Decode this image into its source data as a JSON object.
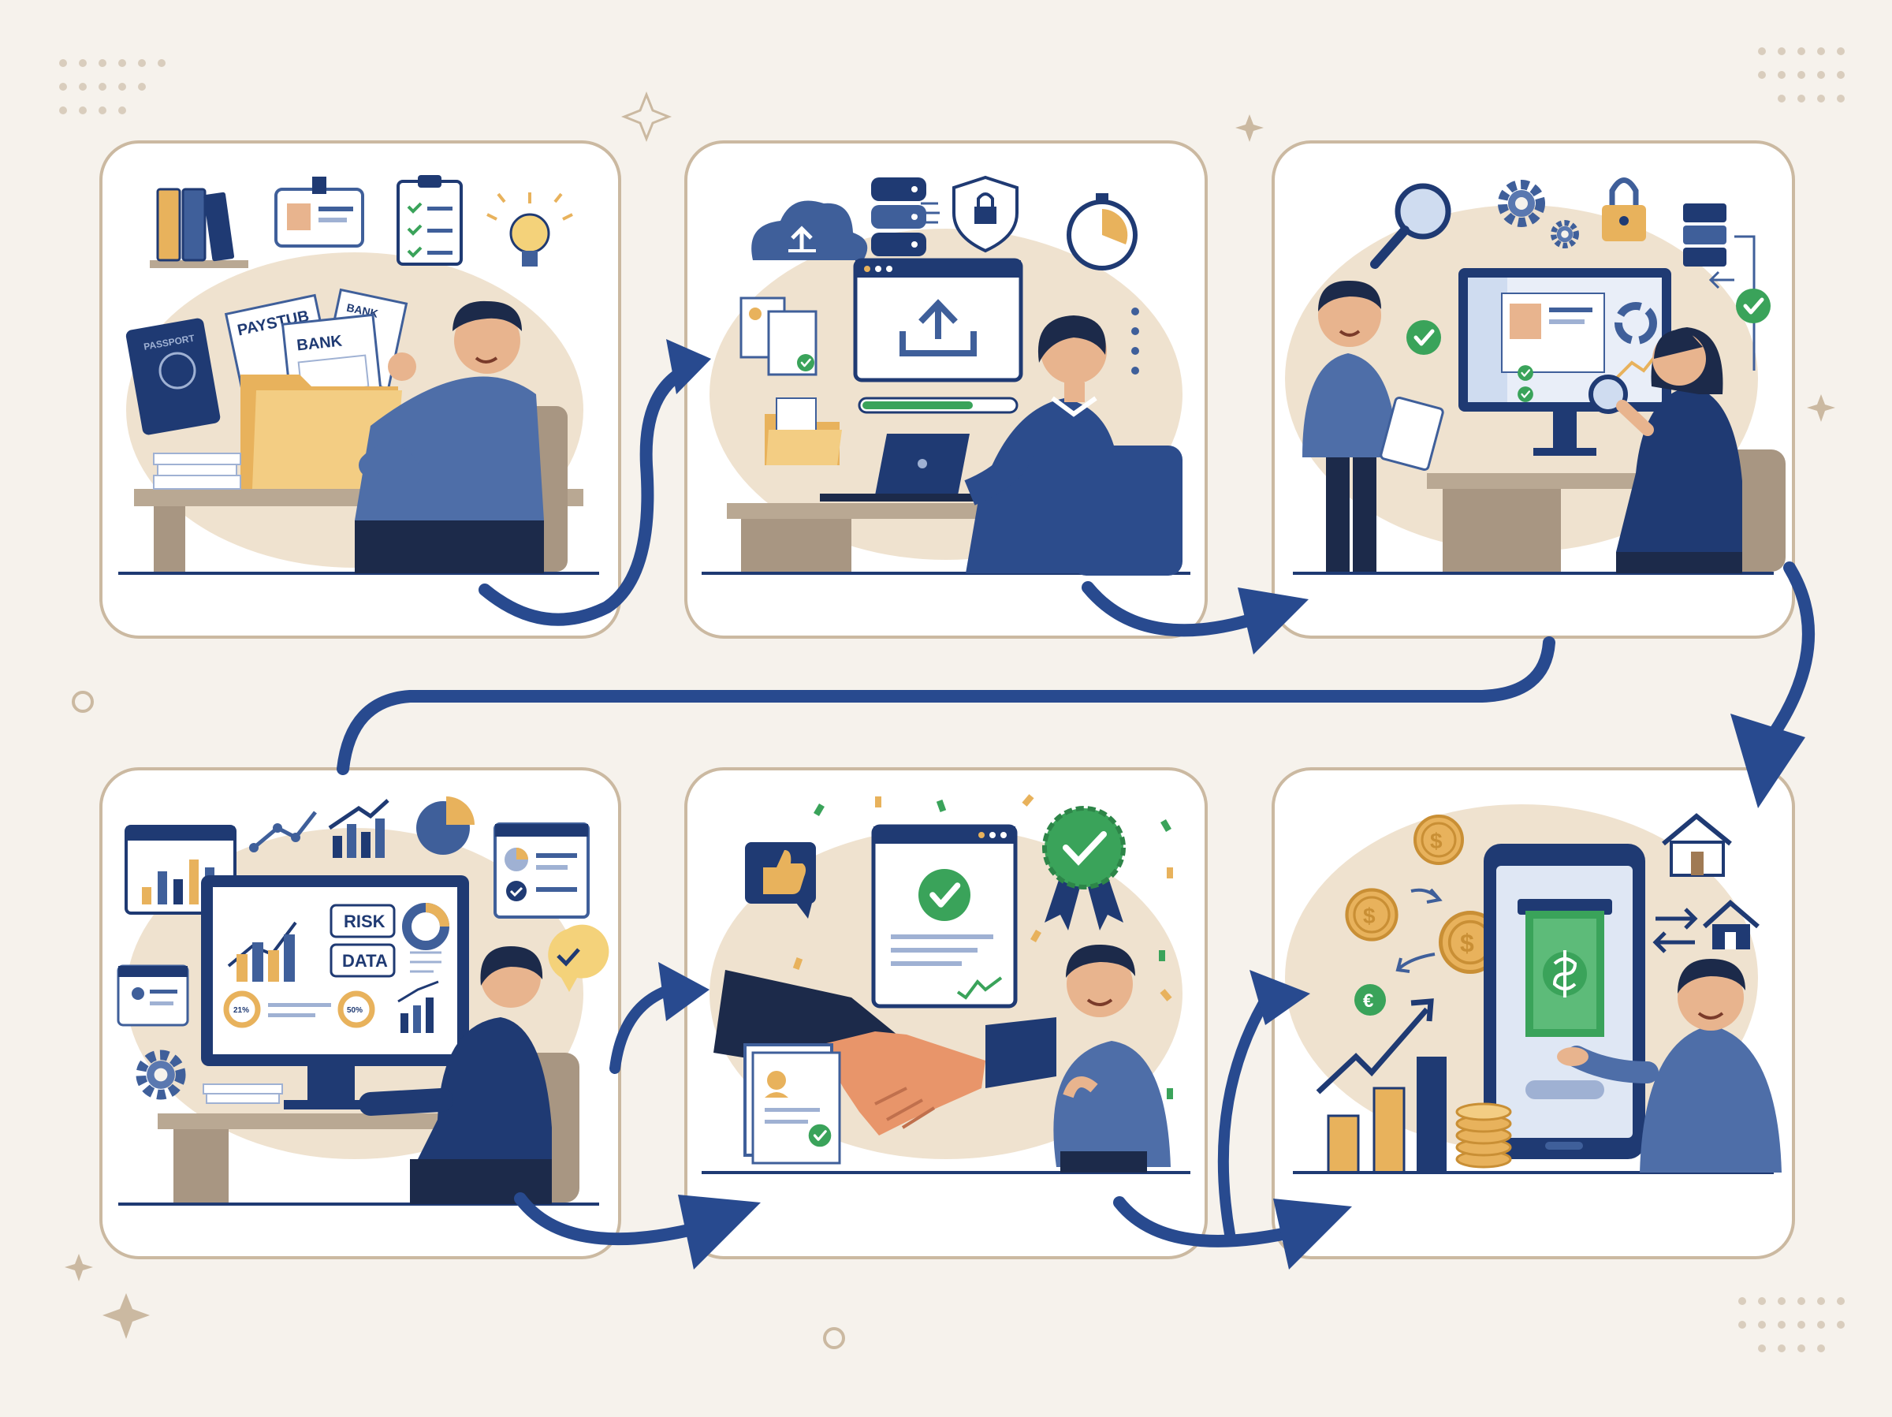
{
  "colors": {
    "navy": "#1f3a73",
    "blue": "#3f5f9a",
    "beige": "#efe2cf",
    "card_border": "#cbb9a1",
    "green": "#3aa35a",
    "gold": "#e8b25c",
    "desk": "#b9a893",
    "arrow": "#284a8f"
  },
  "panels": [
    {
      "step": "gather-documents",
      "labels": {
        "paystub": "PAYSTUB",
        "bank_small": "BANK",
        "bank": "BANK",
        "passport": "PASSPORT"
      }
    },
    {
      "step": "upload-documents"
    },
    {
      "step": "verification-review"
    },
    {
      "step": "risk-analysis",
      "labels": {
        "risk": "RISK",
        "data": "DATA",
        "pct_a": "21%",
        "pct_b": "50%"
      }
    },
    {
      "step": "approval-handshake"
    },
    {
      "step": "funds-disbursed",
      "labels": {
        "dollar": "$",
        "euro": "€"
      }
    }
  ]
}
